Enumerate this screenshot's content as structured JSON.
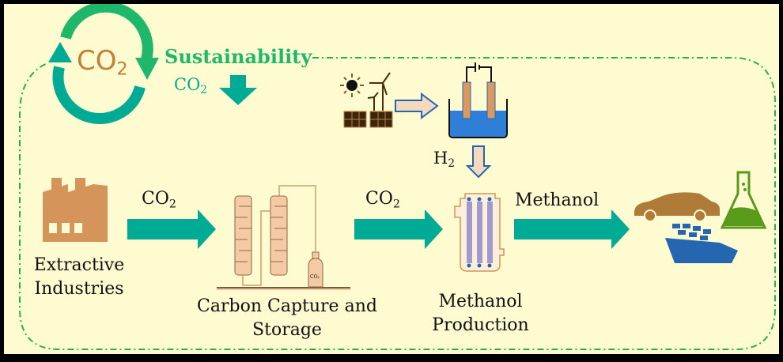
{
  "title": "CO2 to Methanol Sustainability Pathway",
  "colors": {
    "background": "#fefbd0",
    "teal": "#00ab96",
    "green": "#1fb86a",
    "brown": "#c37e3a",
    "peach": "#f5c9a3",
    "blue": "#2566b0",
    "flask_green": "#5a9a1a",
    "dash_green": "#21b24b"
  },
  "top": {
    "cycle_label": "CO",
    "cycle_sub": "2",
    "sustainability": "Sustainability",
    "reduce_label": "CO",
    "reduce_sub": "2"
  },
  "renewables": {
    "h2_label": "H",
    "h2_sub": "2"
  },
  "flow": {
    "arrow1_label": "CO",
    "arrow1_sub": "2",
    "arrow2_label": "CO",
    "arrow2_sub": "2",
    "arrow3_label": "Methanol"
  },
  "stages": {
    "extractive_line1": "Extractive",
    "extractive_line2": "Industries",
    "ccs_line1": "Carbon Capture and",
    "ccs_line2": "Storage",
    "methanol_line1": "Methanol",
    "methanol_line2": "Production",
    "tank_label": "CO₂"
  },
  "icons": [
    "co2-cycle-icon",
    "down-arrow-icon",
    "sun-icon",
    "wind-turbine-icon",
    "solar-panel-icon",
    "electrolyzer-icon",
    "factory-icon",
    "capture-columns-icon",
    "gas-cylinder-icon",
    "reactor-icon",
    "car-icon",
    "ship-icon",
    "flask-icon"
  ]
}
